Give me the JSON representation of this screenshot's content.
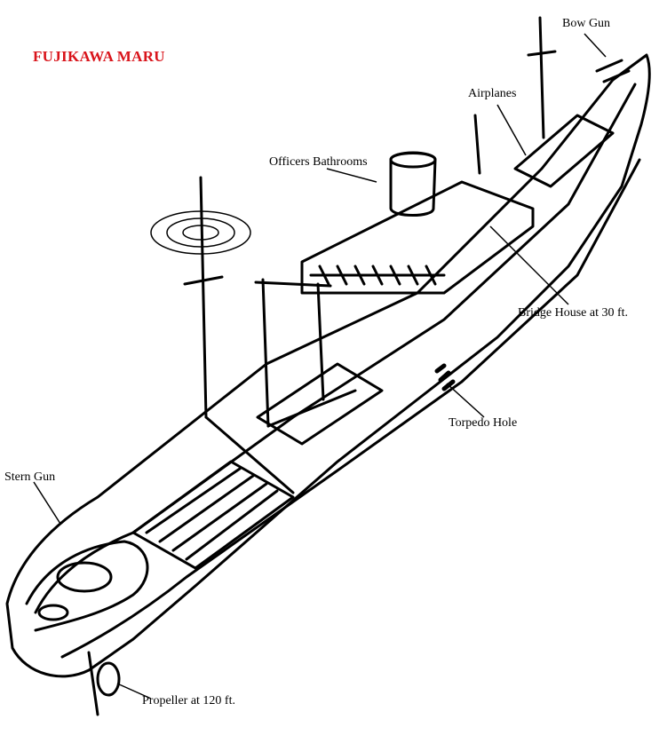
{
  "title": "FUJIKAWA MARU",
  "colors": {
    "title": "#d9141b",
    "ink": "#000000",
    "paper": "#ffffff"
  },
  "labels": {
    "bow_gun": "Bow Gun",
    "airplanes": "Airplanes",
    "officers_bathrooms": "Officers Bathrooms",
    "bridge_house": "Bridge House at 30 ft.",
    "torpedo_hole": "Torpedo Hole",
    "stern_gun": "Stern Gun",
    "propeller": "Propeller at 120 ft."
  }
}
